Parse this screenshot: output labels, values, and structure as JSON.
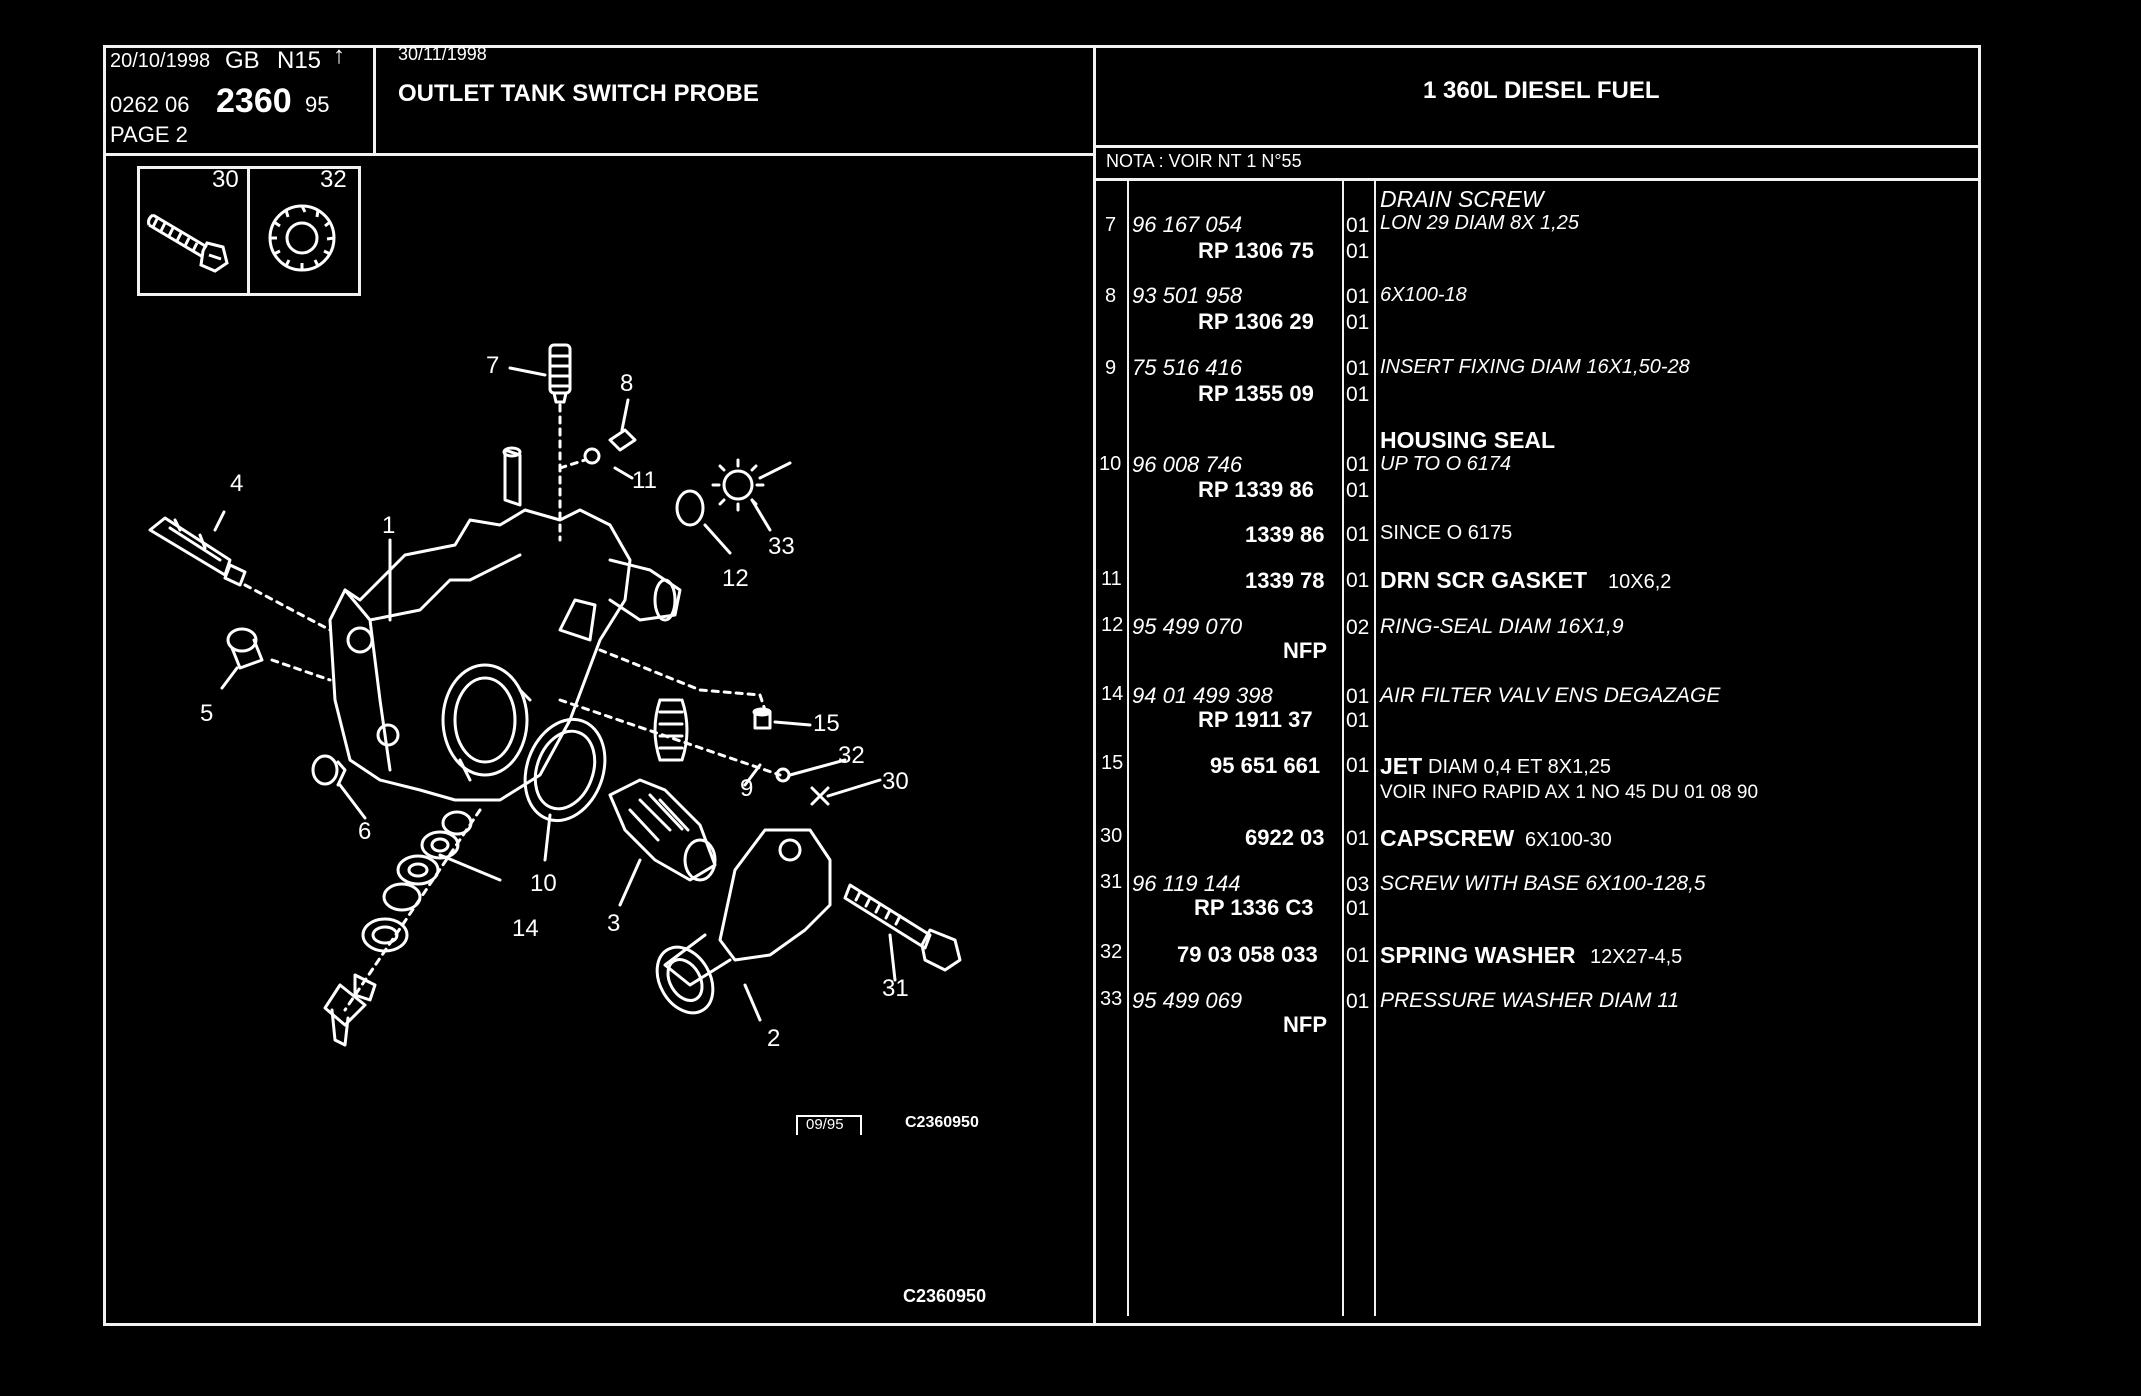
{
  "header": {
    "date": "20/10/1998",
    "lang": "GB",
    "code": "N15",
    "ref_prefix": "0262 06",
    "ref_main": "2360",
    "ref_suffix": "95",
    "page": "PAGE 2",
    "revision_date": "30/11/1998",
    "title": "OUTLET TANK SWITCH PROBE",
    "vehicle": "1 360L DIESEL FUEL",
    "nota": "NOTA : VOIR NT 1 N°55"
  },
  "inset": {
    "left_ref": "30",
    "right_ref": "32"
  },
  "drawing": {
    "stamp_date": "09/95",
    "stamp_code": "C2360950",
    "footer_code": "C2360950",
    "callouts": [
      "7",
      "8",
      "11",
      "4",
      "1",
      "33",
      "12",
      "5",
      "15",
      "32",
      "30",
      "9",
      "6",
      "10",
      "14",
      "3",
      "31",
      "2"
    ]
  },
  "parts": [
    {
      "idx": "7",
      "ref": "96 167 054",
      "rp": "RP 1306 75",
      "qty": "01",
      "qty2": "01",
      "name": "DRAIN SCREW",
      "desc": "LON 29 DIAM 8X 1,25"
    },
    {
      "idx": "8",
      "ref": "93 501 958",
      "rp": "RP 1306 29",
      "qty": "01",
      "qty2": "01",
      "desc": "6X100-18"
    },
    {
      "idx": "9",
      "ref": "75 516 416",
      "rp": "RP 1355 09",
      "qty": "01",
      "qty2": "01",
      "desc": "INSERT FIXING DIAM 16X1,50-28"
    },
    {
      "idx": "10",
      "ref": "96 008 746",
      "rp": "RP 1339 86",
      "qty": "01",
      "qty2": "01",
      "name": "HOUSING SEAL",
      "desc": "UP TO O 6174"
    },
    {
      "ref2": "1339 86",
      "qty": "01",
      "desc": "SINCE O 6175"
    },
    {
      "idx": "11",
      "ref2": "1339 78",
      "qty": "01",
      "name": "DRN SCR GASKET",
      "desc": "10X6,2"
    },
    {
      "idx": "12",
      "ref": "95 499 070",
      "rp": "NFP",
      "qty": "02",
      "desc": "RING-SEAL DIAM 16X1,9"
    },
    {
      "idx": "14",
      "ref": "94 01 499 398",
      "rp": "RP 1911 37",
      "qty": "01",
      "qty2": "01",
      "desc": "AIR FILTER VALV ENS DEGAZAGE"
    },
    {
      "idx": "15",
      "ref2": "95 651 661",
      "qty": "01",
      "name": "JET",
      "desc": "DIAM 0,4 ET 8X1,25",
      "desc2": "VOIR INFO RAPID AX 1 NO 45 DU 01 08 90"
    },
    {
      "idx": "30",
      "ref2": "6922 03",
      "qty": "01",
      "name": "CAPSCREW",
      "desc": "6X100-30"
    },
    {
      "idx": "31",
      "ref": "96 119 144",
      "rp": "RP 1336 C3",
      "qty": "03",
      "qty2": "01",
      "desc": "SCREW WITH BASE 6X100-128,5"
    },
    {
      "idx": "32",
      "ref2": "79 03 058 033",
      "qty": "01",
      "name": "SPRING WASHER",
      "desc": "12X27-4,5"
    },
    {
      "idx": "33",
      "ref": "95 499 069",
      "rp": "NFP",
      "qty": "01",
      "desc": "PRESSURE WASHER DIAM 11"
    }
  ]
}
